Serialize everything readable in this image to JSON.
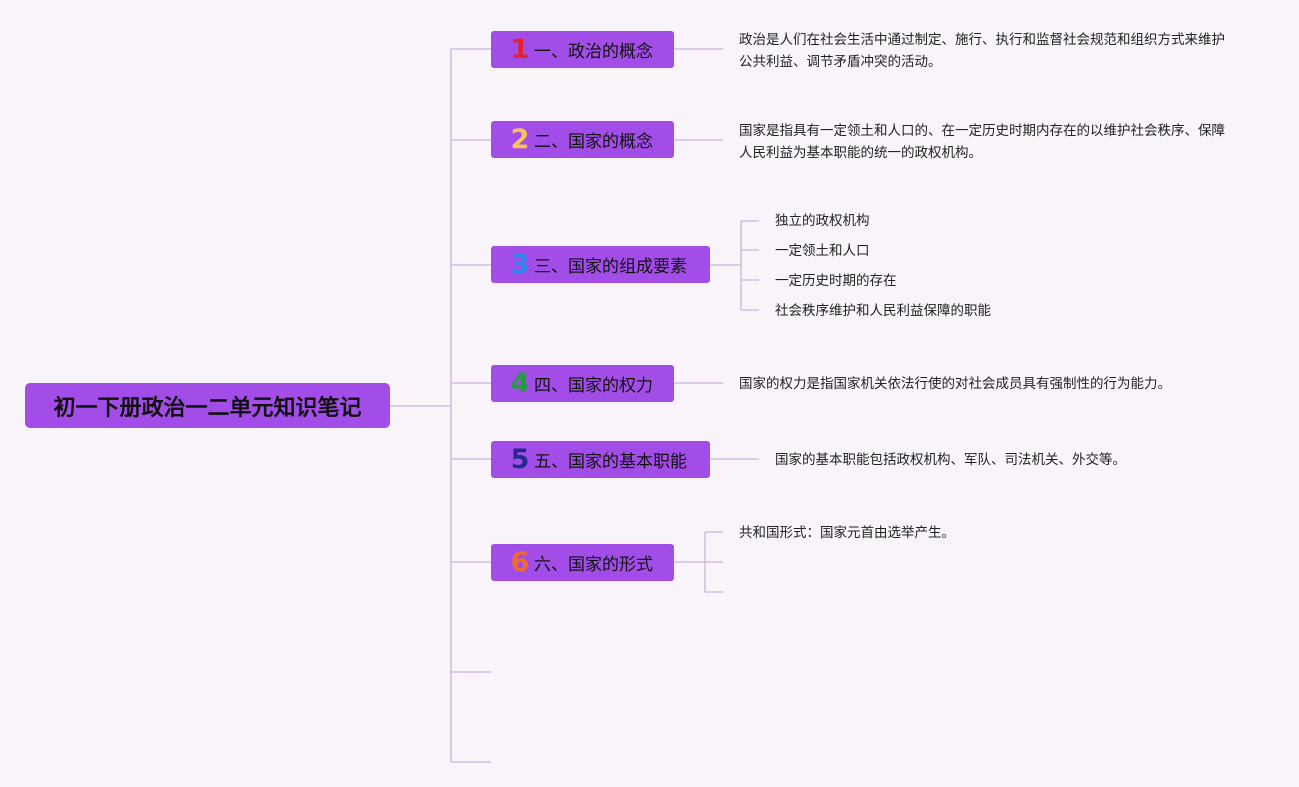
{
  "root": {
    "title": "初一下册政治一二单元知识笔记"
  },
  "colors": {
    "node_fill": "#a24de8",
    "connector": "#cbb4dc",
    "background": "#f8f4fa"
  },
  "branches": [
    {
      "number": "1",
      "number_color": "#e0232e",
      "label": "一、政治的概念",
      "details": [
        "政治是人们在社会生活中通过制定、施行、执行和监督社会规范和组织方式来维护公共利益、调节矛盾冲突的活动。"
      ]
    },
    {
      "number": "2",
      "number_color": "#f7c35a",
      "label": "二、国家的概念",
      "details": [
        "国家是指具有一定领土和人口的、在一定历史时期内存在的以维护社会秩序、保障人民利益为基本职能的统一的政权机构。"
      ]
    },
    {
      "number": "3",
      "number_color": "#2f86e8",
      "label": "三、国家的组成要素",
      "details": [
        "独立的政权机构",
        "一定领土和人口",
        "一定历史时期的存在",
        "社会秩序维护和人民利益保障的职能"
      ]
    },
    {
      "number": "4",
      "number_color": "#1f9e3a",
      "label": "四、国家的权力",
      "details": [
        "国家的权力是指国家机关依法行使的对社会成员具有强制性的行为能力。"
      ]
    },
    {
      "number": "5",
      "number_color": "#252a8c",
      "label": "五、国家的基本职能",
      "details": [
        "国家的基本职能包括政权机构、军队、司法机关、外交等。"
      ]
    },
    {
      "number": "6",
      "number_color": "#f06a2a",
      "label": "六、国家的形式",
      "details": [
        "共和国形式：国家元首由选举产生。"
      ]
    }
  ]
}
